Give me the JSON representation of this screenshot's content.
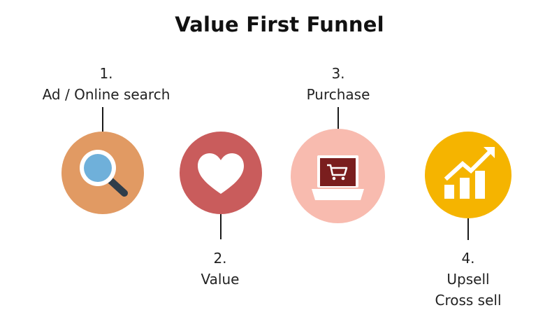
{
  "title": "Value First Funnel",
  "steps": [
    {
      "number": "1.",
      "lines": [
        "Ad / Online search"
      ],
      "icon": "magnifier-icon",
      "color": "#E19A63"
    },
    {
      "number": "2.",
      "lines": [
        "Value"
      ],
      "icon": "heart-icon",
      "color": "#C95C5C"
    },
    {
      "number": "3.",
      "lines": [
        "Purchase"
      ],
      "icon": "laptop-cart-icon",
      "color": "#F8BBAF"
    },
    {
      "number": "4.",
      "lines": [
        "Upsell",
        "Cross sell"
      ],
      "icon": "growth-chart-icon",
      "color": "#F5B400"
    }
  ]
}
